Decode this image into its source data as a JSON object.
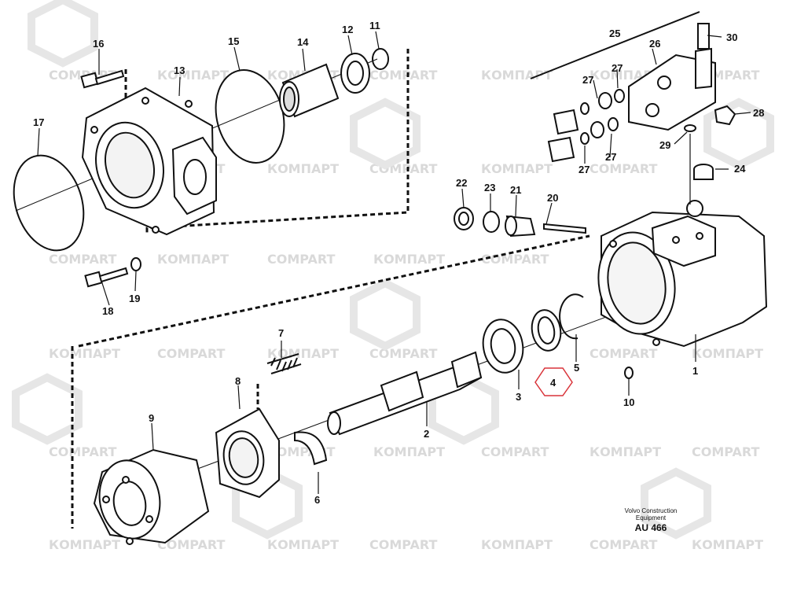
{
  "watermark": {
    "text_ru": "КОМПАРТ",
    "text_en": "COMPART",
    "color": "#d9d9d9"
  },
  "highlight_color": "#d9343a",
  "footer": {
    "line1": "Volvo Construction",
    "line2": "Equipment",
    "code": "AU 466"
  },
  "callouts": {
    "c1": "1",
    "c2": "2",
    "c3": "3",
    "c4": "4",
    "c5": "5",
    "c6": "6",
    "c7": "7",
    "c8": "8",
    "c9": "9",
    "c10": "10",
    "c11": "11",
    "c12": "12",
    "c13": "13",
    "c14": "14",
    "c15": "15",
    "c16": "16",
    "c17": "17",
    "c18": "18",
    "c19": "19",
    "c20": "20",
    "c21": "21",
    "c22": "22",
    "c23": "23",
    "c24": "24",
    "c25": "25",
    "c26": "26",
    "c27a": "27",
    "c27b": "27",
    "c27c": "27",
    "c27d": "27",
    "c28": "28",
    "c29": "29",
    "c30": "30"
  }
}
